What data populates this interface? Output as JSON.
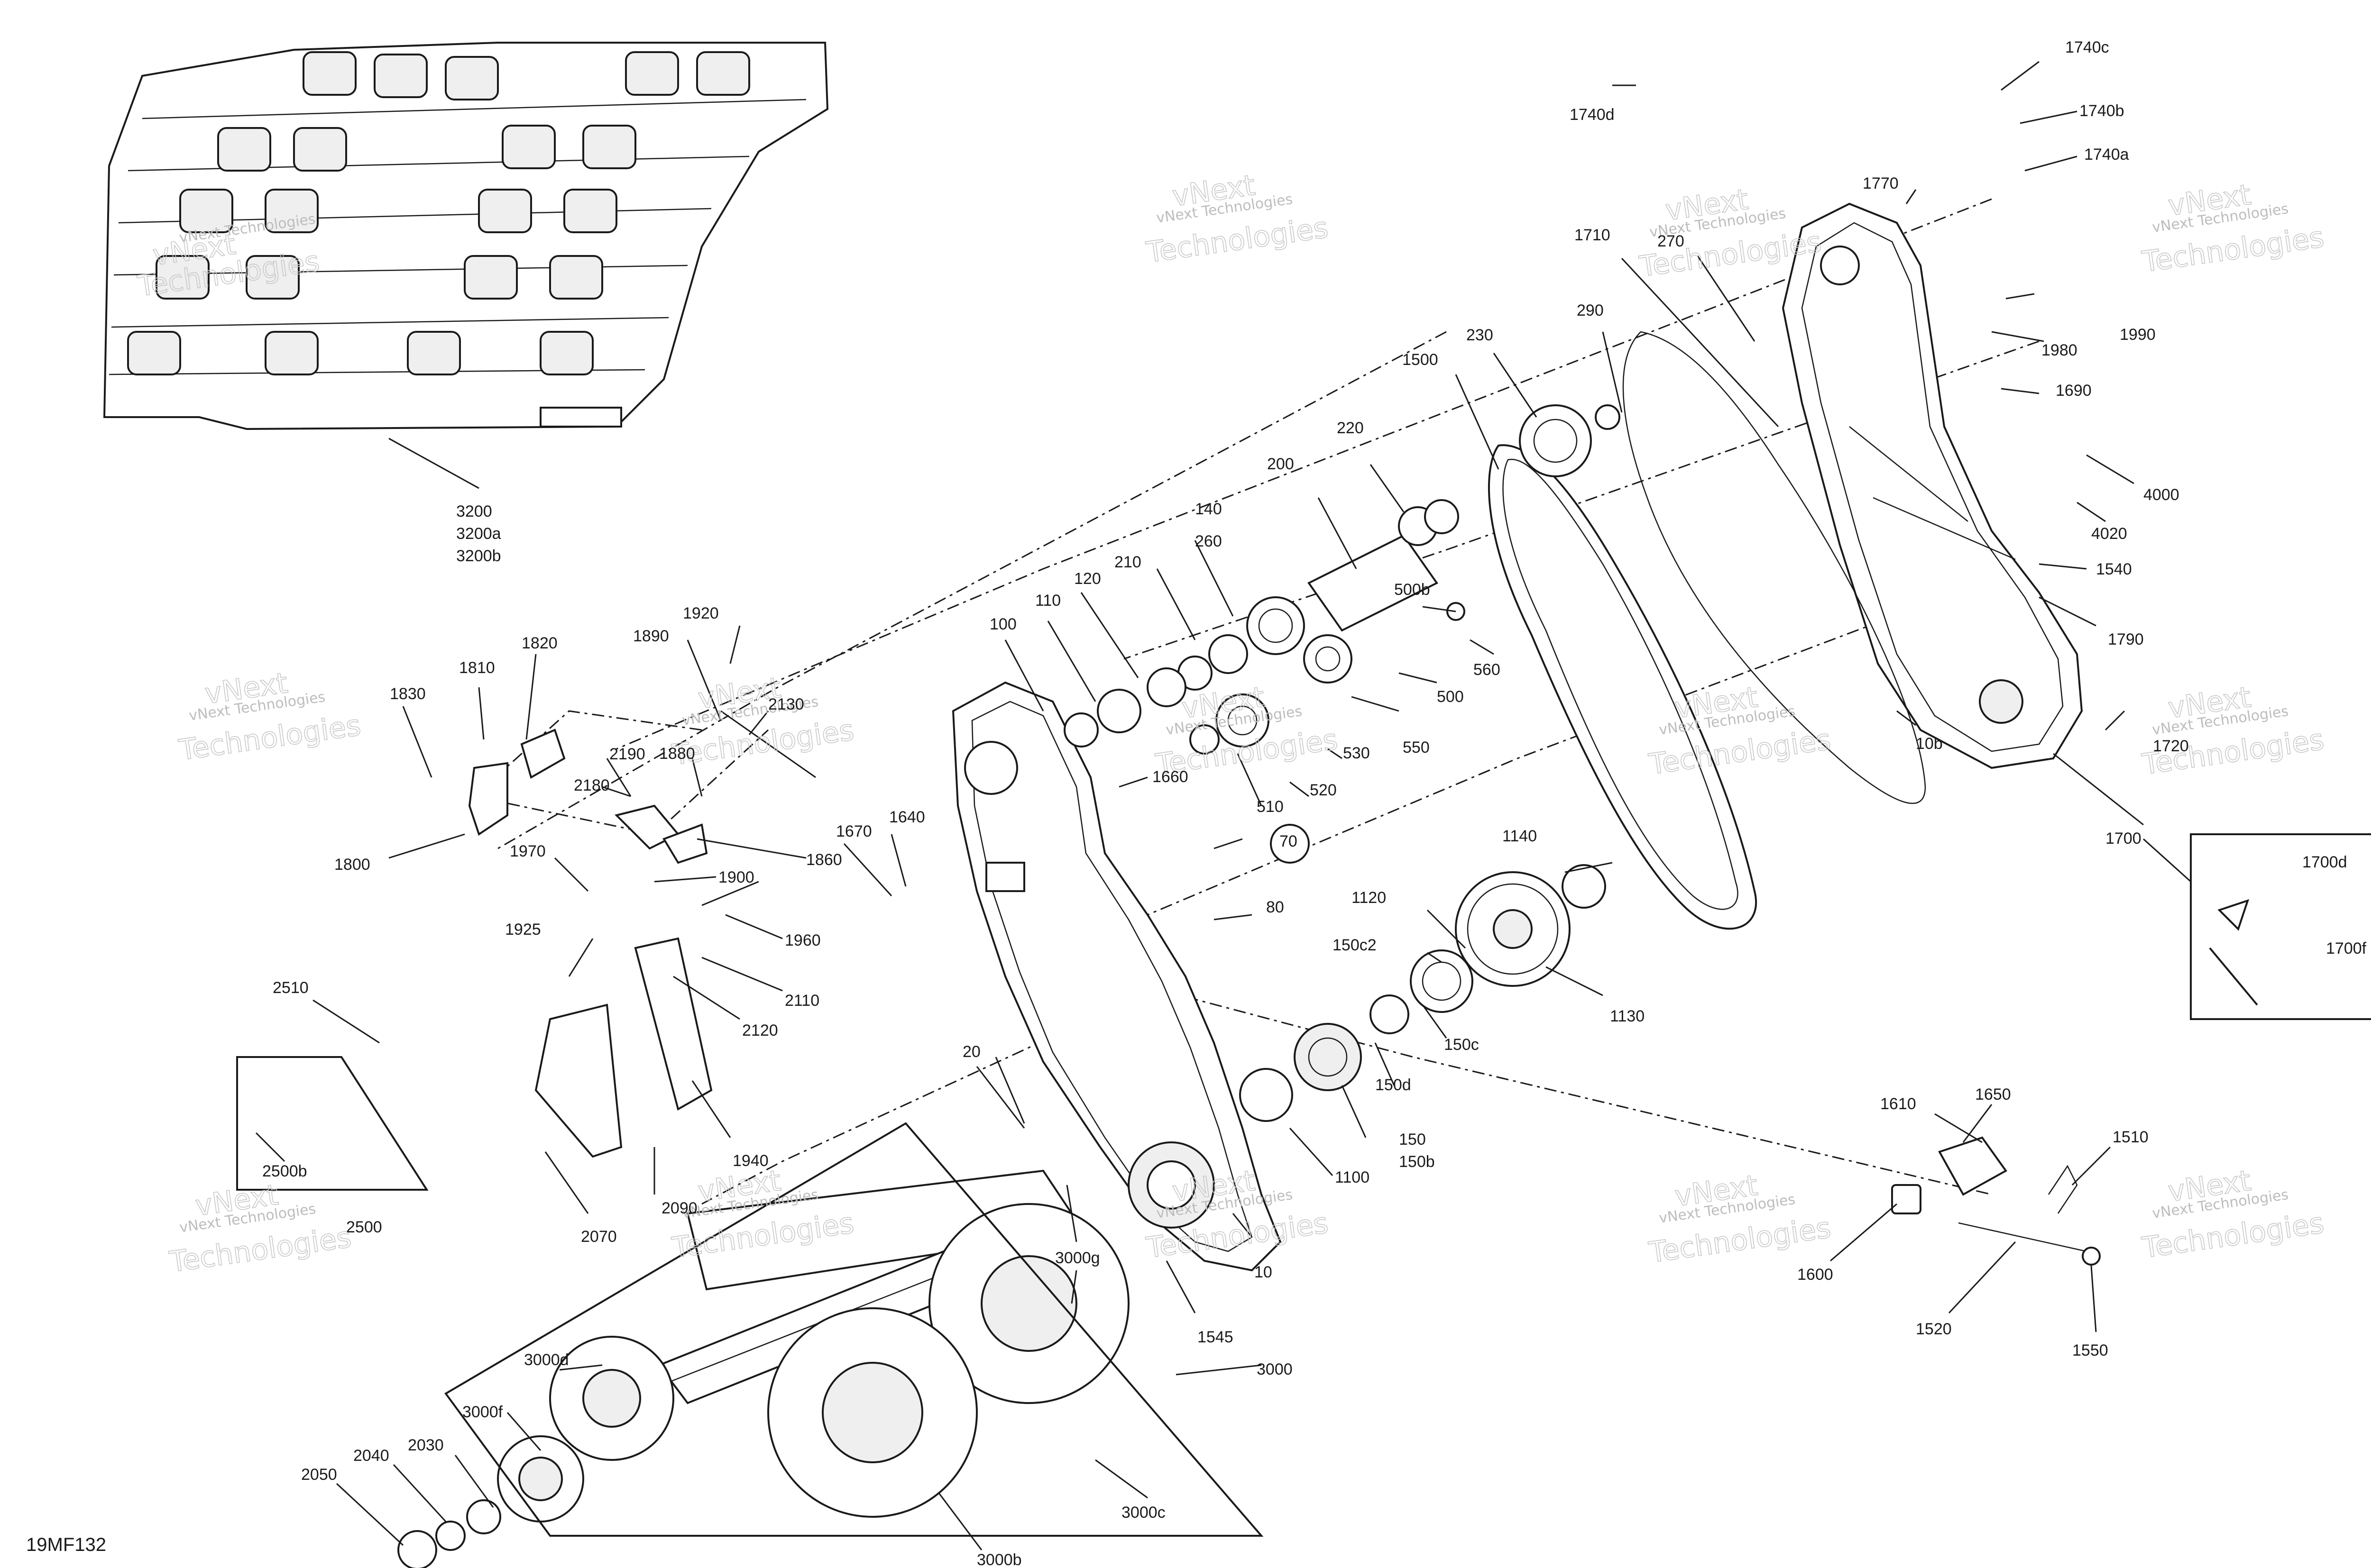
{
  "drawing": {
    "code": "19MF132",
    "watermark": {
      "brand": "vNext",
      "text": "Technologies",
      "full": "vNext Technologies"
    }
  },
  "labels": [
    "3200",
    "3200a",
    "3200b",
    "1740c",
    "1740b",
    "1740a",
    "1740d",
    "1770",
    "1710",
    "270",
    "290",
    "230",
    "1500",
    "220",
    "200",
    "260",
    "140",
    "210",
    "120",
    "110",
    "100",
    "500b",
    "500",
    "560",
    "550",
    "530",
    "520",
    "510",
    "1660",
    "70",
    "80",
    "1990",
    "1980",
    "1690",
    "4000",
    "4020",
    "1540",
    "1790",
    "1720",
    "10b",
    "1700",
    "1700d",
    "1700f",
    "1920",
    "1820",
    "1810",
    "1830",
    "1890",
    "2130",
    "2190",
    "1880",
    "2180",
    "1860",
    "1800",
    "1970",
    "1900",
    "1960",
    "1925",
    "2110",
    "2120",
    "1940",
    "2070",
    "2090",
    "1640",
    "1670",
    "2510",
    "2500b",
    "2500",
    "1140",
    "1130",
    "1120",
    "150c2",
    "150c",
    "150d",
    "150",
    "150b",
    "1100",
    "20",
    "10",
    "1545",
    "3000g",
    "3000",
    "3000d",
    "3000f",
    "3000c",
    "3000b",
    "2030",
    "2040",
    "2050",
    "1650",
    "1610",
    "1510",
    "1600",
    "1520",
    "1550"
  ],
  "icons": {
    "track": "snowmobile-track-icon",
    "chaincase": "chaincase-housing-icon",
    "cover": "chaincase-cover-icon",
    "sprocket": "drive-sprocket-icon",
    "gear": "gear-icon",
    "chain": "drive-chain-icon",
    "shaft": "drive-shaft-icon",
    "bolt": "bolt-icon"
  },
  "colors": {
    "line": "#1a1a1a",
    "watermark": "#c8c8c8",
    "background": "#ffffff"
  }
}
